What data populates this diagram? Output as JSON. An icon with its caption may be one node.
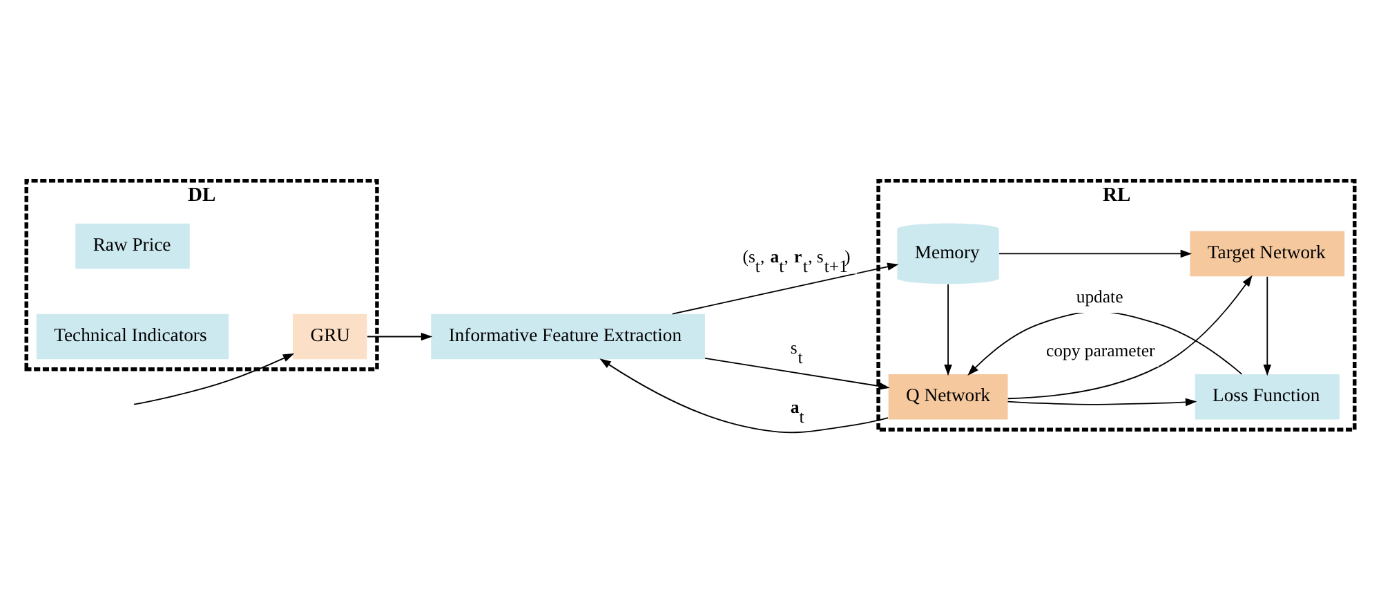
{
  "diagram": {
    "nodes": [
      {
        "text": [
          "DL"
        ]
      },
      {
        "text": [
          "Raw Price"
        ],
        "in": 0
      },
      {
        "text": [
          "Technical Indicators"
        ],
        "in": 0
      },
      {
        "text": [
          "GRU"
        ],
        "in": 0
      },
      {
        "text": [
          "Informative Feature Extraction"
        ]
      },
      {
        "text": [
          "RL"
        ]
      },
      {
        "text": [
          "Loss Function"
        ],
        "in": 5
      },
      {
        "text": [
          "Q Network"
        ],
        "in": 5
      },
      {
        "text": [
          "Target Network"
        ],
        "in": 5
      },
      {
        "text": [
          "Memory"
        ],
        "in": 5
      }
    ],
    "edges": [
      {
        "from": null,
        "to": 3,
        "arrow": "to"
      },
      {
        "from": 3,
        "to": 4,
        "arrow": "to"
      },
      {
        "from": 7,
        "to": 4,
        "arrow": "to",
        "label": "**a**$_{t}$"
      },
      {
        "from": 4,
        "to": 7,
        "arrow": "to",
        "label": "s$_{t}$"
      },
      {
        "from": 7,
        "to": 8,
        "arrow": "to",
        "label": "copy parameter"
      },
      {
        "from": 7,
        "to": 6,
        "arrow": "to"
      },
      {
        "from": 8,
        "to": 6,
        "arrow": "to"
      },
      {
        "from": 6,
        "to": 7,
        "arrow": "to",
        "label": "update"
      },
      {
        "from": 9,
        "to": 7,
        "arrow": "to"
      },
      {
        "from": 9,
        "to": 8,
        "arrow": "to"
      },
      {
        "from": 4,
        "to": 9,
        "arrow": "to",
        "label": "(s$_{t}$, **a**$_{t}$, **r**$_{t}$, s$_{t+1}$)"
      }
    ]
  }
}
